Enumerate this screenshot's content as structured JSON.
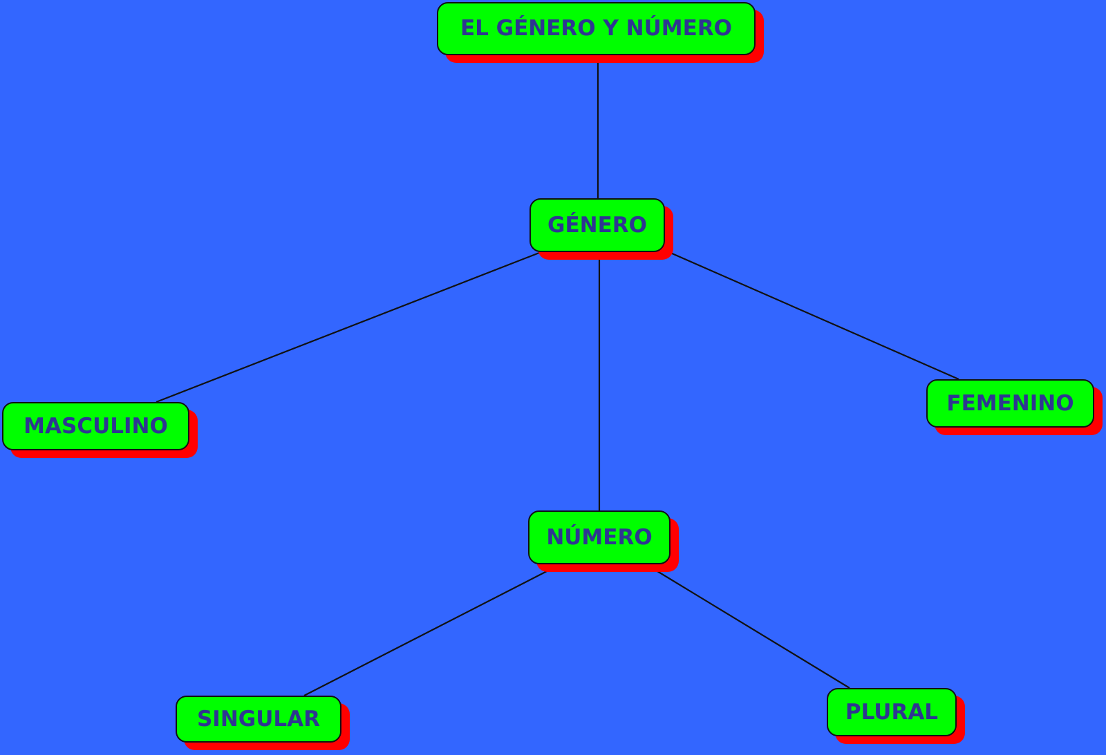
{
  "diagram": {
    "background_color": "#3366ff",
    "node_fill_color": "#00ff00",
    "node_shadow_color": "#ff0000",
    "node_text_color": "#2e3691",
    "connector_color": "#111111",
    "nodes": {
      "root": "EL GÉNERO Y NÚMERO",
      "genero": "GÉNERO",
      "masculino": "MASCULINO",
      "femenino": "FEMENINO",
      "numero": "NÚMERO",
      "singular": "SINGULAR",
      "plural": "PLURAL"
    },
    "edges": [
      [
        "root",
        "genero"
      ],
      [
        "genero",
        "masculino"
      ],
      [
        "genero",
        "femenino"
      ],
      [
        "genero",
        "numero"
      ],
      [
        "numero",
        "singular"
      ],
      [
        "numero",
        "plural"
      ]
    ]
  }
}
